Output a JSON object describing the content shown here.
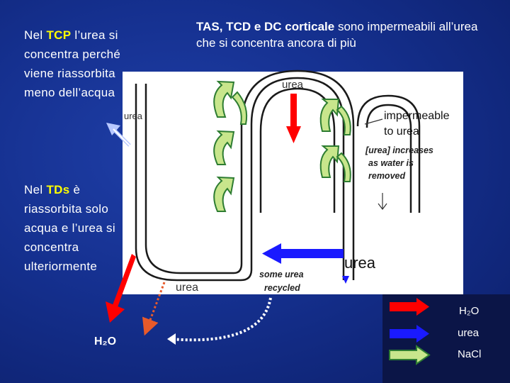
{
  "left_top": {
    "prefix": "Nel ",
    "highlight": "TCP",
    "suffix": " l’urea si concentra perché viene riassorbita meno dell’acqua"
  },
  "left_mid": {
    "prefix": "Nel ",
    "highlight": "TDs",
    "suffix": " è riassorbita solo acqua e l’urea si concentra ulteriormente"
  },
  "top_right": {
    "bold": "TAS, TCD e DC corticale",
    "rest": " sono impermeabili all’urea che si concentra ancora di più"
  },
  "diagram_labels": {
    "urea_top": "urea",
    "urea_left": "urea",
    "urea_bottom": "urea",
    "urea_right": "urea",
    "impermeable_line1": "impermeable",
    "impermeable_line2": "to urea",
    "increases_line1": "[urea] increases",
    "increases_line2": "as water is",
    "increases_line3": "removed",
    "recycled_line1": "some urea",
    "recycled_line2": "recycled"
  },
  "h2o_bottom": "H₂O",
  "legend": {
    "items": [
      {
        "label": "H₂O",
        "color": "#ff0000"
      },
      {
        "label": "urea",
        "color": "#1a1aff"
      },
      {
        "label": "NaCl",
        "color": "#c8e68c",
        "border": "#2e7d32"
      }
    ]
  },
  "colors": {
    "background": "#15308f",
    "highlight": "#ffff00",
    "water_arrow": "#ff0000",
    "urea_arrow": "#1a1aff",
    "nacl_arrow_fill": "#c8e68c",
    "nacl_arrow_border": "#2e7d32"
  }
}
